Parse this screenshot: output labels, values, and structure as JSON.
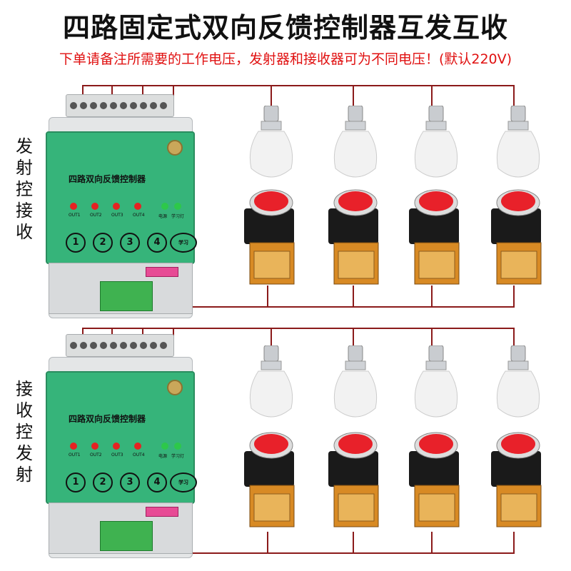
{
  "title": "四路固定式双向反馈控制器互发互收",
  "subtitle": "下单请备注所需要的工作电压，发射器和接收器可为不同电压！(默认220V)",
  "sections": [
    {
      "label": [
        "发",
        "射",
        "控",
        "接",
        "收"
      ]
    },
    {
      "label": [
        "接",
        "收",
        "控",
        "发",
        "射"
      ]
    }
  ],
  "module": {
    "name": "四路双向反馈控制器",
    "outputs": [
      "OUT1",
      "OUT2",
      "OUT3",
      "OUT4"
    ],
    "status_leds": [
      "电源",
      "学习灯"
    ],
    "buttons": [
      "1",
      "2",
      "3",
      "4"
    ],
    "learn_button": "学习"
  },
  "colors": {
    "wire": "#8b1a1a",
    "panel": "#36b47a",
    "led_red": "#e52222",
    "led_green": "#2dc84a",
    "button_cap": "#e8212a"
  },
  "components_per_section": {
    "bulbs": 4,
    "push_buttons": 4
  }
}
